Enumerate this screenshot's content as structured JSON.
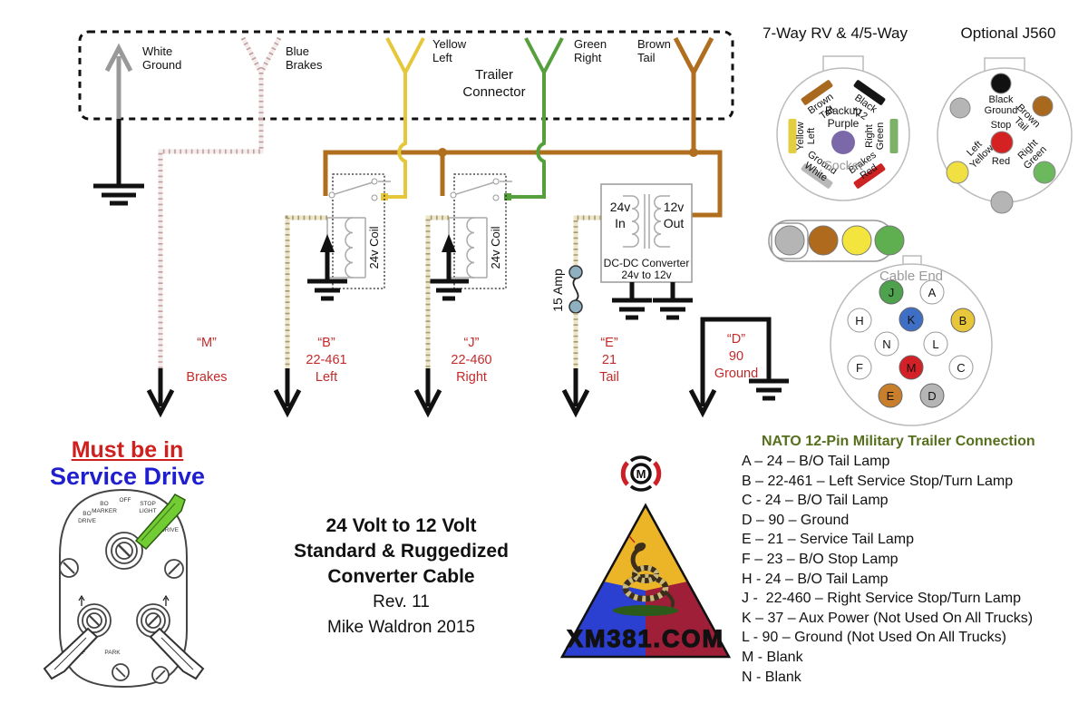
{
  "tc": {
    "label": [
      "Trailer",
      "Connector"
    ],
    "wires": [
      [
        "White",
        "Ground"
      ],
      [
        "Blue",
        "Brakes"
      ],
      [
        "Yellow",
        "Left"
      ],
      [
        "Green",
        "Right"
      ],
      [
        "Brown",
        "Tail"
      ]
    ]
  },
  "sw7": {
    "title": "7-Way RV & 4/5-Way",
    "backup": [
      "Backup",
      "Purple"
    ],
    "socket": "Socket",
    "pins": [
      [
        "Brown",
        "Tail"
      ],
      [
        "Black",
        "+12"
      ],
      [
        "Yellow",
        "Left"
      ],
      [
        "Right",
        "Green"
      ],
      [
        "Ground",
        "White"
      ],
      [
        "Brakes",
        "Red"
      ]
    ]
  },
  "j560": {
    "title": "Optional J560",
    "pins": {
      "black": [
        "Black",
        "Ground"
      ],
      "stop": [
        "Stop",
        "Red"
      ],
      "brown": [
        "Brown",
        "Tail"
      ],
      "left": [
        "Left",
        "Yellow"
      ],
      "right": [
        "Right",
        "Green"
      ]
    }
  },
  "relay": {
    "coil": "24v Coil"
  },
  "conv": {
    "in": [
      "24v",
      "In"
    ],
    "out": [
      "12v",
      "Out"
    ],
    "name": [
      "DC-DC Converter",
      "24v to 12v"
    ]
  },
  "fuse": {
    "label": "15 Amp"
  },
  "outs": [
    [
      "“M”",
      "Brakes"
    ],
    [
      "“B”",
      "22-461",
      "Left"
    ],
    [
      "“J”",
      "22-460",
      "Right"
    ],
    [
      "“E”",
      "21",
      "Tail"
    ],
    [
      "“D”",
      "90",
      "Ground"
    ]
  ],
  "cable_end": {
    "title": "Cable End",
    "pins": [
      {
        "l": "J",
        "c": "#4ea24e"
      },
      {
        "l": "A",
        "c": "#ffffff"
      },
      {
        "l": "H",
        "c": "#ffffff"
      },
      {
        "l": "K",
        "c": "#3f6fc4"
      },
      {
        "l": "B",
        "c": "#e8c63a"
      },
      {
        "l": "N",
        "c": "#ffffff"
      },
      {
        "l": "L",
        "c": "#ffffff"
      },
      {
        "l": "F",
        "c": "#ffffff"
      },
      {
        "l": "M",
        "c": "#d42027"
      },
      {
        "l": "C",
        "c": "#ffffff"
      },
      {
        "l": "E",
        "c": "#c87e2a"
      },
      {
        "l": "D",
        "c": "#b5b5b5"
      }
    ]
  },
  "warning": [
    "Must be in",
    "Service Drive"
  ],
  "switch_panel": {
    "labels": [
      "BO",
      "DRIVE",
      "BO",
      "MARKER",
      "OFF",
      "STOP",
      "LIGHT",
      "DRIVE",
      "OFF",
      "PARK"
    ]
  },
  "title_block": [
    "24 Volt to 12 Volt",
    "Standard & Ruggedized",
    "Converter Cable",
    "Rev. 11",
    "Mike Waldron 2015"
  ],
  "logo": {
    "badge": "M",
    "site": "XM381.COM"
  },
  "nato": {
    "title": "NATO 12-Pin Military Trailer Connection",
    "items": [
      "A – 24 – B/O Tail Lamp",
      "B – 22-461 – Left Service Stop/Turn Lamp",
      "C - 24 – B/O Tail Lamp",
      "D – 90 – Ground",
      "E – 21 – Service Tail Lamp",
      "F – 23 – B/O Stop Lamp",
      "H - 24 – B/O Tail Lamp",
      "J -  22-460 – Right Service Stop/Turn Lamp",
      "K – 37 – Aux Power (Not Used On All Trucks)",
      "L - 90 – Ground (Not Used On All Trucks)",
      "M - Blank",
      "N - Blank"
    ]
  },
  "palette": {
    "brown": "#b06f1f",
    "yellow": "#e6c73a",
    "green": "#55a03d",
    "label_red": "#c42a2a",
    "warn_red": "#d01f1f",
    "warn_blue": "#1f1fd0",
    "nato_green": "#566f1d",
    "purple": "#7b68a8"
  }
}
